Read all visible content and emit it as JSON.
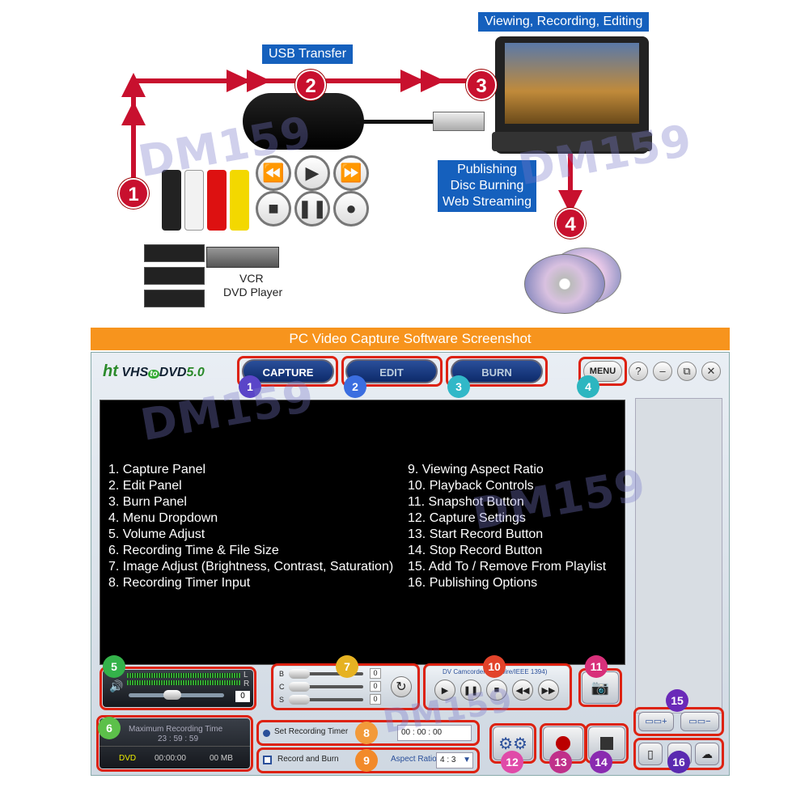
{
  "diagram": {
    "usb_label": "USB Transfer",
    "viewing_label": "Viewing, Recording, Editing",
    "publishing_lines": [
      "Publishing",
      "Disc Burning",
      "Web Streaming"
    ],
    "vcr_label": "VCR",
    "dvd_label": "DVD Player",
    "steps": [
      "1",
      "2",
      "3",
      "4"
    ],
    "watermark": "DM159"
  },
  "banner": "PC Video Capture Software Screenshot",
  "app": {
    "logo_ht": "ht",
    "logo_name": "VHS",
    "logo_to": "to",
    "logo_dvd": "DVD",
    "logo_ver": "5.0",
    "tabs": [
      "CAPTURE",
      "EDIT",
      "BURN"
    ],
    "menu_label": "MENU",
    "help": "?",
    "minimize": "–",
    "restore": "⧉",
    "close": "✕"
  },
  "legend_left": [
    "1. Capture Panel",
    "2. Edit Panel",
    "3. Burn Panel",
    "4. Menu Dropdown",
    "5. Volume Adjust",
    "6. Recording Time & File Size",
    "7. Image Adjust (Brightness, Contrast, Saturation)",
    "8. Recording Timer Input"
  ],
  "legend_right": [
    "9. Viewing Aspect Ratio",
    "10. Playback Controls",
    "11. Snapshot Button",
    "12. Capture Settings",
    "13. Start Record Button",
    "14. Stop Record Button",
    "15. Add To / Remove From Playlist",
    "16. Publishing Options"
  ],
  "volume": {
    "L": "L",
    "R": "R",
    "value": "0",
    "level": 0.45
  },
  "image_adjust": {
    "b_label": "B",
    "c_label": "C",
    "s_label": "S",
    "b": "0",
    "c": "0",
    "s": "0"
  },
  "recording": {
    "title": "Maximum Recording Time",
    "max_time": "23 : 59 : 59",
    "format": "DVD",
    "elapsed": "00:00:00",
    "size": "00 MB"
  },
  "timer": {
    "label": "Set Recording Timer",
    "hh": "00",
    "mm": "00",
    "ss": "00"
  },
  "record_burn": {
    "label": "Record and Burn",
    "aspect_label": "Aspect Ratio",
    "aspect_value": "4 : 3"
  },
  "playback": {
    "source": "DV Camcorder (Firewire/IEEE 1394)"
  },
  "numbers": [
    "1",
    "2",
    "3",
    "4",
    "5",
    "6",
    "7",
    "8",
    "9",
    "10",
    "11",
    "12",
    "13",
    "14",
    "15",
    "16"
  ],
  "colors": {
    "accent_red": "#d21f1f",
    "banner_orange": "#f7941d",
    "label_blue": "#1560bd"
  }
}
